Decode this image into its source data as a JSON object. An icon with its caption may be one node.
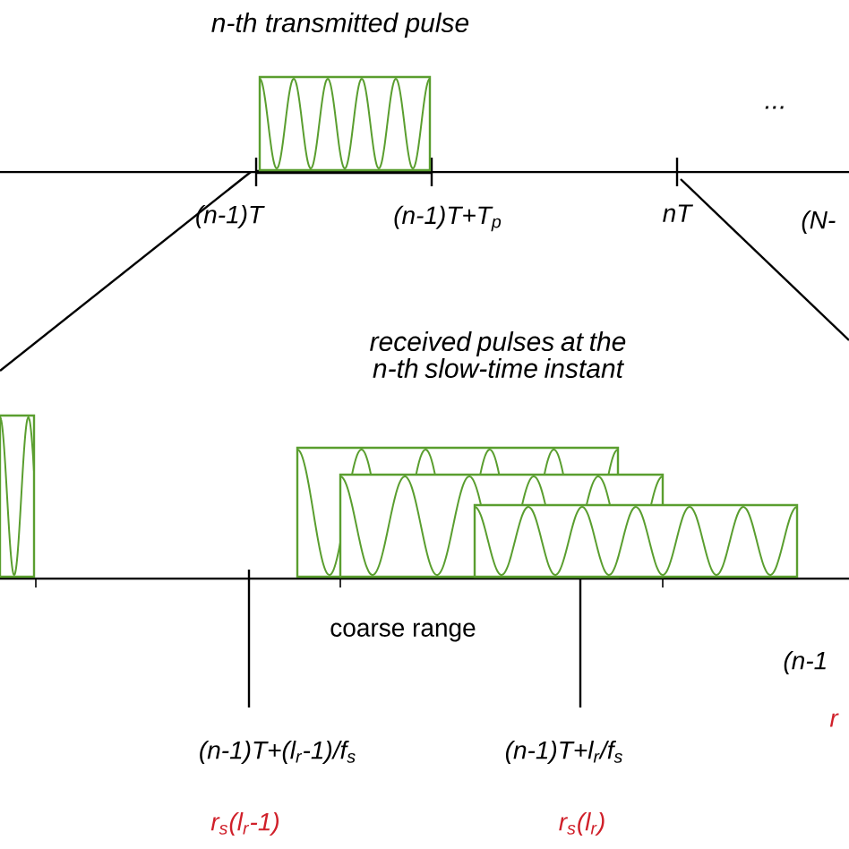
{
  "diagram": {
    "labels": [
      "n-th transmitted pulse",
      "...",
      "(n-1)T",
      "(n-1)T+T$_{p}$",
      "nT",
      "(N-",
      "received pulses at the n-th slow-time instant",
      "coarse range",
      "(n-1",
      "r",
      "(n-1)T+(l$_{r}$-1)/f$_{s}$",
      "(n-1)T+l$_{r}$/f$_{s}$",
      "r$_{s}$(l$_{r}$-1)",
      "r$_{s}$(l$_{r}$)"
    ]
  }
}
